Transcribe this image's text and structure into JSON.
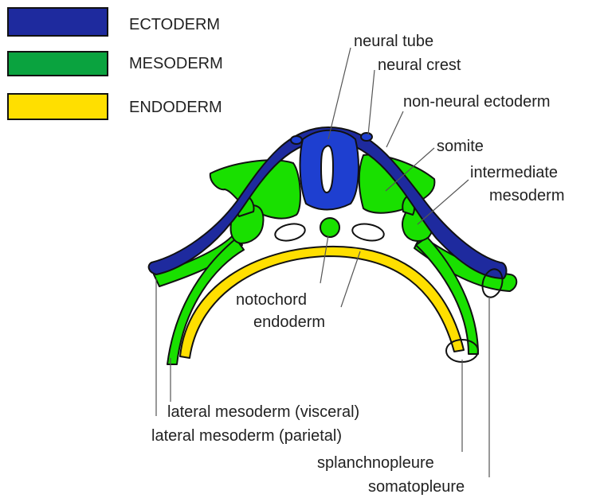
{
  "legend": {
    "items": [
      {
        "label": "ECTODERM",
        "color": "#1e2a9e"
      },
      {
        "label": "MESODERM",
        "color": "#0aa33f"
      },
      {
        "label": "ENDODERM",
        "color": "#ffdf00"
      }
    ]
  },
  "labels": {
    "neural_tube": "neural tube",
    "neural_crest": "neural crest",
    "non_neural_ectoderm": "non-neural ectoderm",
    "somite": "somite",
    "intermediate_mesoderm_1": "intermediate",
    "intermediate_mesoderm_2": "mesoderm",
    "notochord": "notochord",
    "endoderm": "endoderm",
    "lateral_visceral": "lateral mesoderm (visceral)",
    "lateral_parietal": "lateral mesoderm (parietal)",
    "splanchnopleure": "splanchnopleure",
    "somatopleure": "somatopleure"
  },
  "colors": {
    "ectoderm": "#1e2a9e",
    "neural_tube": "#1e3fd0",
    "mesoderm": "#19e000",
    "endoderm": "#ffdf00",
    "outline": "#111111"
  }
}
